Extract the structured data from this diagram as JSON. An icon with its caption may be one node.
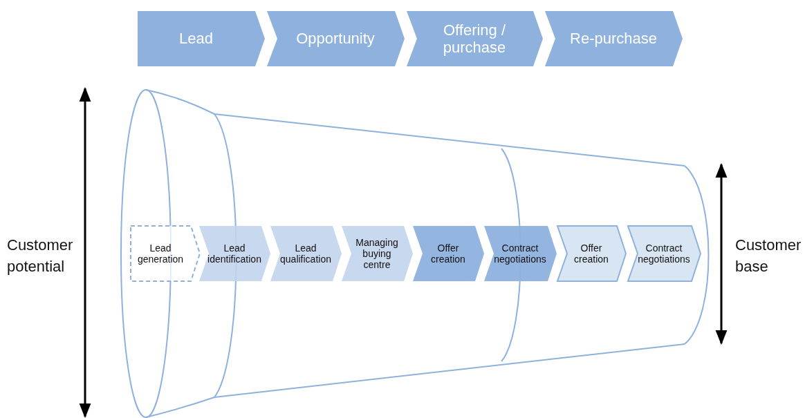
{
  "diagram": {
    "nodes": [
      {
        "text": [
          "Lead"
        ]
      },
      {
        "text": [
          "Opportunity"
        ]
      },
      {
        "text": [
          "Offering / purchase"
        ]
      },
      {
        "text": [
          "Re-purchase"
        ]
      },
      {
        "text": [
          "Lead generation"
        ]
      },
      {
        "text": [
          "Lead identification"
        ]
      },
      {
        "text": [
          "Lead qualification"
        ]
      },
      {
        "text": [
          "Managing buying centre"
        ]
      },
      {
        "text": [
          "Offer creation"
        ]
      },
      {
        "text": [
          "Contract negotiations"
        ]
      },
      {
        "text": [
          "Offer creation"
        ]
      },
      {
        "text": [
          "Contract negotiations"
        ]
      }
    ],
    "edges": [],
    "labels": [
      "Customer potential",
      "Customer base"
    ]
  }
}
